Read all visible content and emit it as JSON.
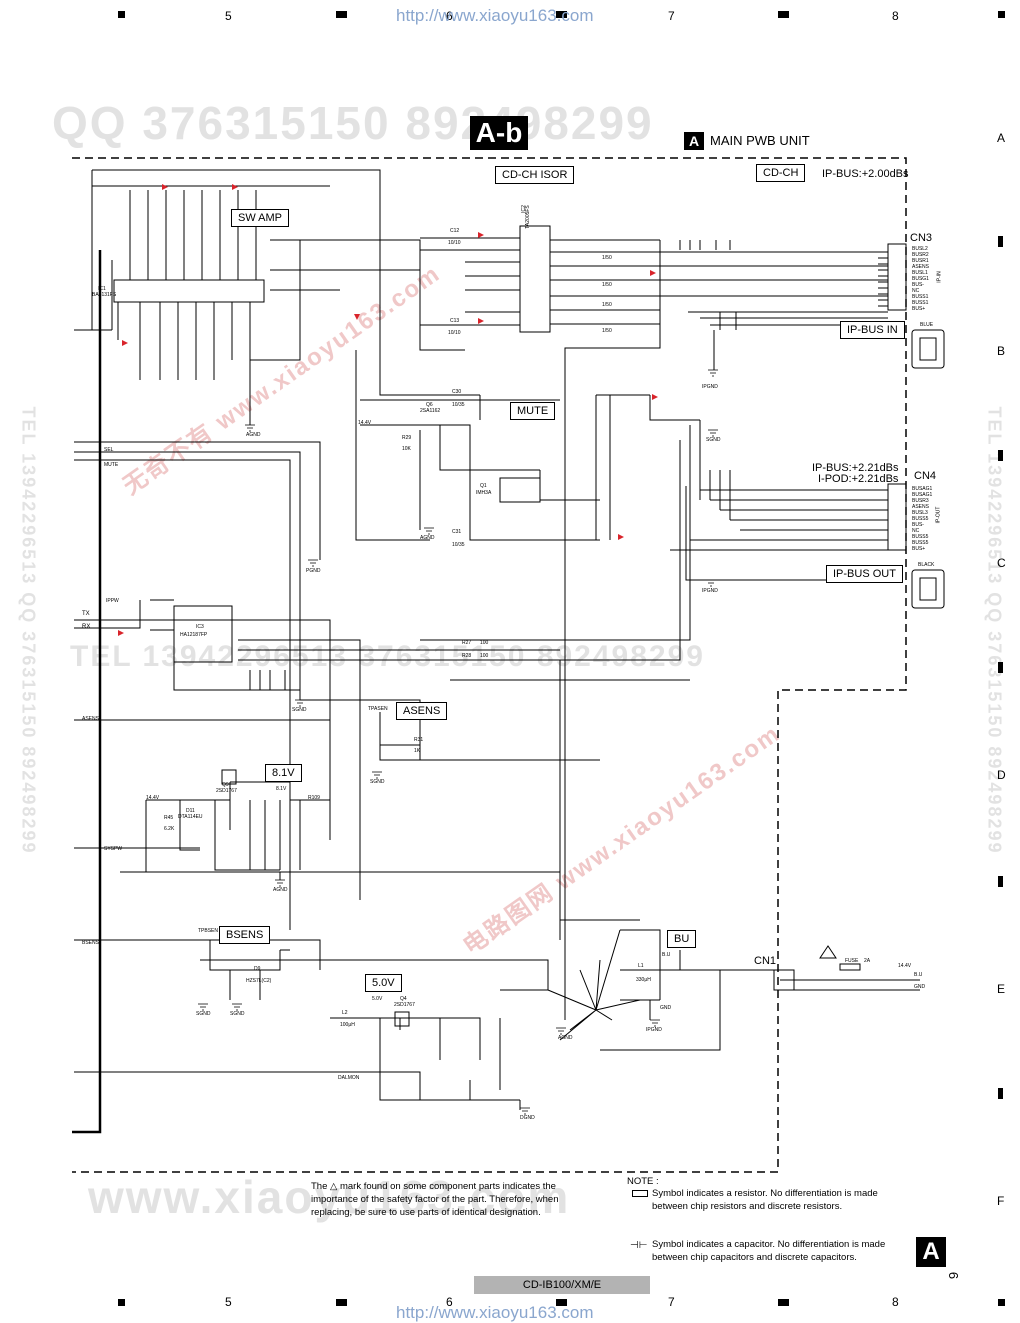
{
  "header": {
    "url_top": "http://www.xiaoyu163.com",
    "url_bottom": "http://www.xiaoyu163.com",
    "column_numbers": [
      "5",
      "6",
      "7",
      "8"
    ],
    "row_letters": [
      "A",
      "B",
      "C",
      "D",
      "E",
      "F"
    ],
    "sheet_tag": "A-b",
    "unit_letter": "A",
    "unit_title": "MAIN PWB UNIT"
  },
  "watermarks": {
    "top": "QQ 376315150   892498299",
    "middle": "TEL 13942296513   376315150   892498299",
    "bottom": "www.xiaoyu163.com",
    "side_left": "TEL 13942296513  QQ 376315150  892498299",
    "side_right": "TEL 13942296513  QQ 376315150  892498299",
    "diag_a": "无奇不有 www.xiaoyu163.com",
    "diag_b": "电路图网 www.xiaoyu163.com"
  },
  "blocks": {
    "cd_ch_isor": "CD-CH ISOR",
    "cd_ch": "CD-CH",
    "ip_bus_level_cn3": "IP-BUS:+2.00dBs",
    "sw_amp": "SW AMP",
    "mute": "MUTE",
    "ip_bus_in": "IP-BUS IN",
    "ip_bus_level_cn4": "IP-BUS:+2.21dBs",
    "ipod_level_cn4": "I-POD:+2.21dBs",
    "ip_bus_out": "IP-BUS OUT",
    "asens": "ASENS",
    "v81": "8.1V",
    "bsens": "BSENS",
    "v50": "5.0V",
    "bu": "BU"
  },
  "connectors": {
    "cn3": "CN3",
    "cn4": "CN4",
    "cn1": "CN1",
    "blue": "BLUE",
    "black": "BLACK",
    "ip_in": "IP-IN",
    "ip_out": "IP-OUT",
    "cn3_pins": [
      "BUSL2",
      "BUSR2",
      "BUSR1",
      "ASENS",
      "BUSL1",
      "BUSG1",
      "BUS-",
      "NC",
      "BUSS1",
      "BUSS1",
      "BUS+"
    ],
    "cn4_pins": [
      "BUSAG1",
      "BUSAG1",
      "BUSR3",
      "ASENS",
      "BUSL3",
      "BUSS5",
      "BUS-",
      "NC",
      "BUSS5",
      "BUSS5",
      "BUS+"
    ],
    "cn1_labels": [
      "14.4V",
      "B.U",
      "GND"
    ],
    "fuse": "FUSE",
    "fuse_rating": "2A"
  },
  "signals": {
    "sel": "SEL",
    "mute": "MUTE",
    "tx": "TX",
    "rx": "RX",
    "asens": "ASENS",
    "syspw": "SYSPW",
    "bsens": "BSENS",
    "dalmon": "DALMON",
    "ippw": "IPPW",
    "v144": "14.4V",
    "v144b": "14.4V",
    "v81": "8.1V",
    "v50": "5.0V",
    "bu": "B.U",
    "tpasen": "TPASEN",
    "tpbsen": "TPBSEN"
  },
  "grounds": {
    "agnd": "AGND",
    "sgnd": "SGND",
    "pgnd": "PGND",
    "ipgnd": "IPGND",
    "dgnd": "DGND",
    "gnd": "GND"
  },
  "parts": {
    "ic1": "IC1",
    "ic1_type": "BA3131FS",
    "ic2": "IC2",
    "ic2_type": "TA2005FS",
    "ic3": "IC3",
    "ic3_type": "HA12187FP",
    "q1": "Q1",
    "q1_type": "IMH3A",
    "q6": "Q6",
    "q6_type": "2SA1162",
    "q9": "Q9",
    "q9_type": "2SD1767",
    "q4": "Q4",
    "q4_type": "2SD1767",
    "d11": "D11",
    "d11_type": "DTA114EU",
    "d9": "D9",
    "d9_type": "HZS7L(C2)",
    "l1": "L1",
    "l1_val": "330μH",
    "l2": "L2",
    "l2_val": "100μH",
    "r31": "R31",
    "r31_val": "1K",
    "r109": "R109",
    "r45": "R45",
    "r45_val": "6.2K",
    "r29": "R29",
    "r29_val": "10K",
    "r27": "R27",
    "r27_val": "100",
    "r28": "R28",
    "r28_val": "100",
    "c30": "C30",
    "c30_val": "10/35",
    "c31": "C31",
    "c31_val": "10/35",
    "c12": "C12",
    "c12_val": "10/10",
    "c13": "C13",
    "c13_val": "10/10",
    "c8_val": "1/50",
    "c9_val": "1/50",
    "c10_val": "1/50",
    "c11_val": "1/50"
  },
  "notes": {
    "safety": "The △ mark found on some component parts indicates the importance of the safety factor of the part. Therefore, when replacing, be sure to use parts of identical designation.",
    "note_title": "NOTE :",
    "resistor_note": "Symbol indicates a resistor. No differentiation is made  between chip resistors and discrete resistors.",
    "capacitor_note": "Symbol indicates a capacitor. No differentiation is made  between chip capacitors and discrete capacitors."
  },
  "footer": {
    "model": "CD-IB100/XM/E",
    "page_number": "9",
    "corner_letter": "A"
  }
}
